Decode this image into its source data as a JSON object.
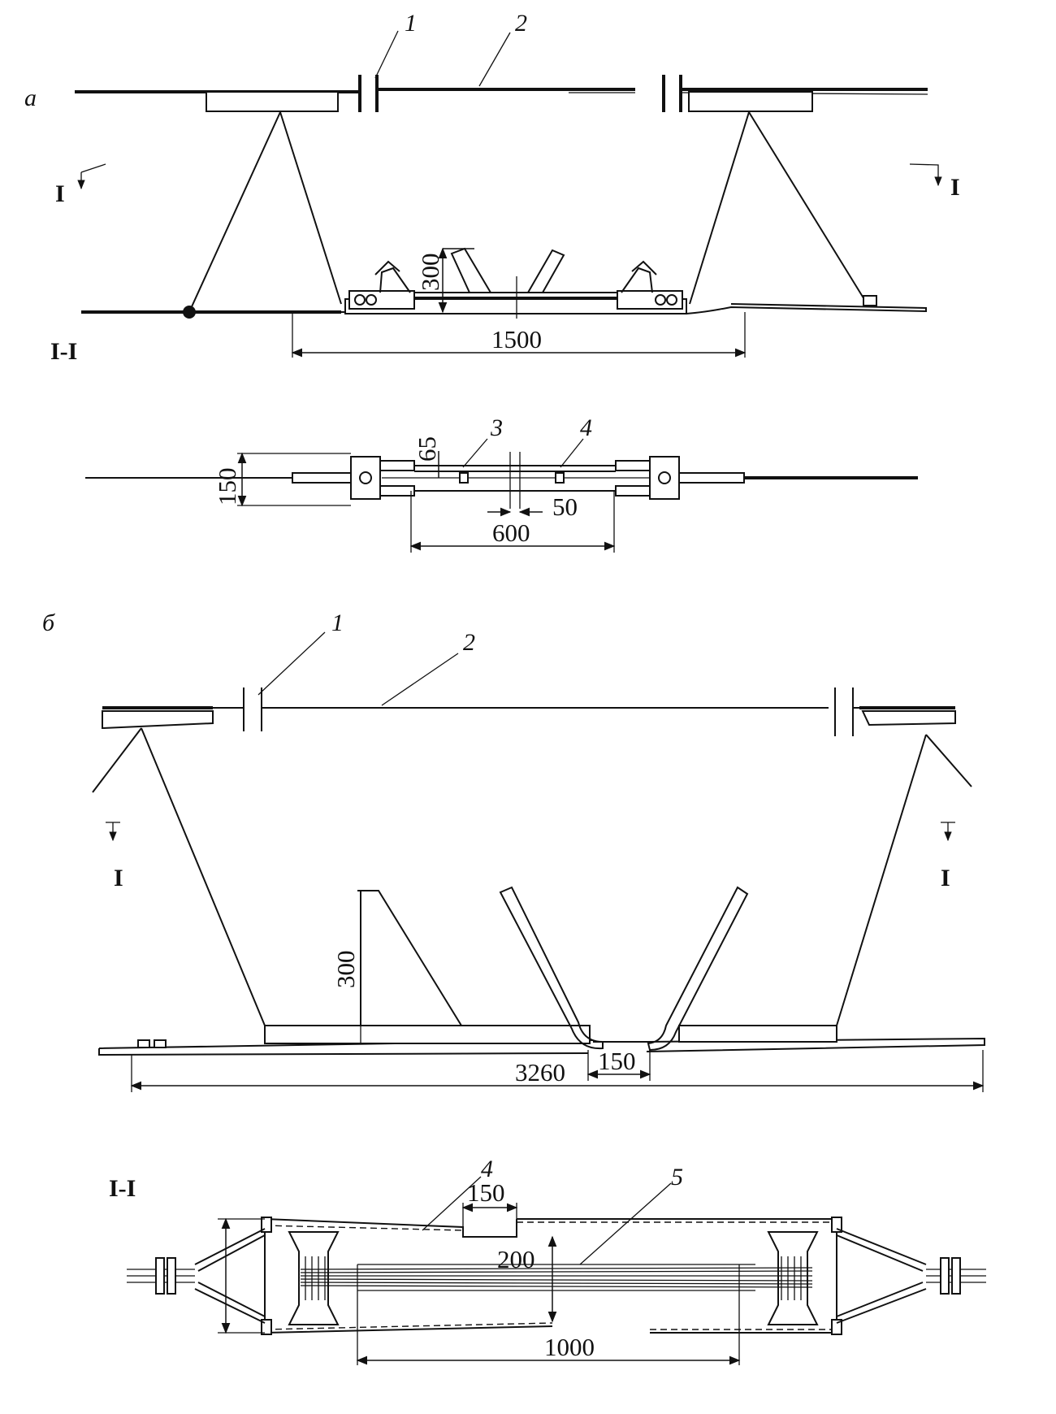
{
  "part_a": {
    "label": "а",
    "callouts": {
      "c1": "1",
      "c2": "2",
      "c3": "3",
      "c4": "4"
    },
    "section_mark_left": "I",
    "section_mark_right": "I",
    "section_title": "I-I",
    "dimensions": {
      "height": "300",
      "span": "1500",
      "width": "150",
      "offset": "65",
      "gap": "50",
      "length": "600"
    }
  },
  "part_b": {
    "label": "б",
    "callouts": {
      "c1": "1",
      "c2": "2",
      "c4": "4",
      "c5": "5"
    },
    "section_mark_left": "I",
    "section_mark_right": "I",
    "section_title": "I-I",
    "dimensions": {
      "height": "300",
      "total": "3260",
      "gap": "150",
      "top_gap": "150",
      "depth": "200",
      "length": "1000"
    }
  }
}
